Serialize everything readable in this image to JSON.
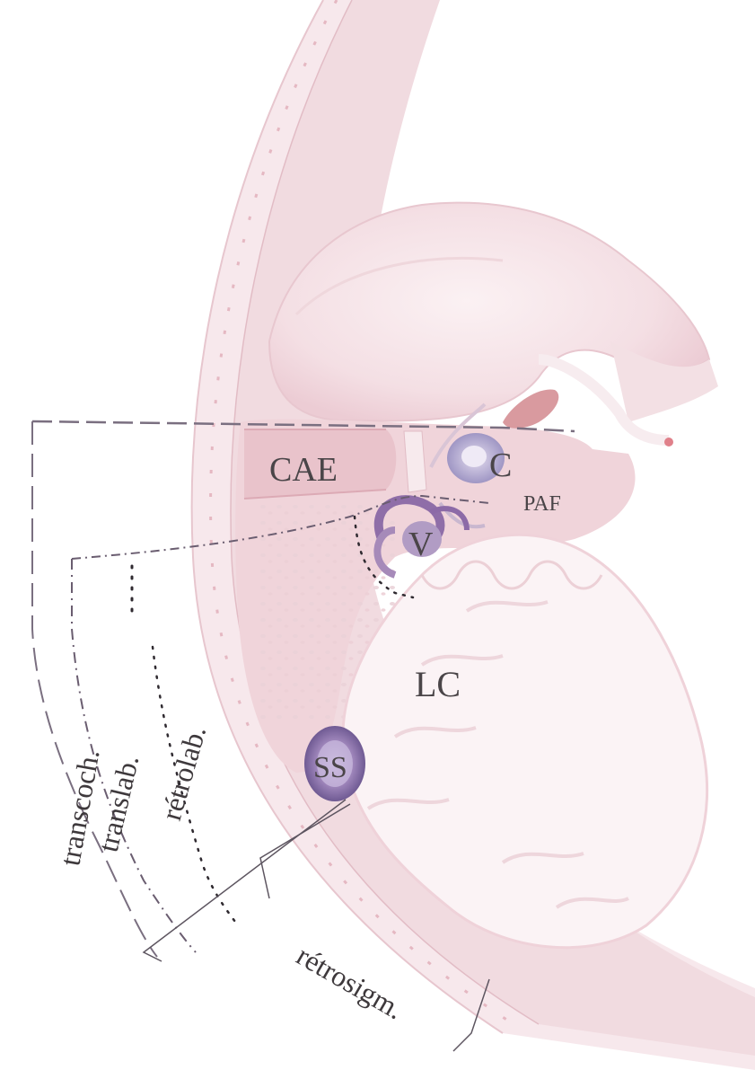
{
  "labels": {
    "cae": "CAE",
    "c": "C",
    "paf": "PAF",
    "v": "V",
    "lc": "LC",
    "ss": "SS"
  },
  "approaches": {
    "transcoch": "transcoch.",
    "translab": "translab.",
    "retrolab": "rétrolab.",
    "retrosigm": "rétrosigm."
  },
  "colors": {
    "tissue_pink": "#f3dde2",
    "bone_pink": "#ecc9d1",
    "purple_structure": "#9a7cb2",
    "ink": "#4a4548"
  }
}
